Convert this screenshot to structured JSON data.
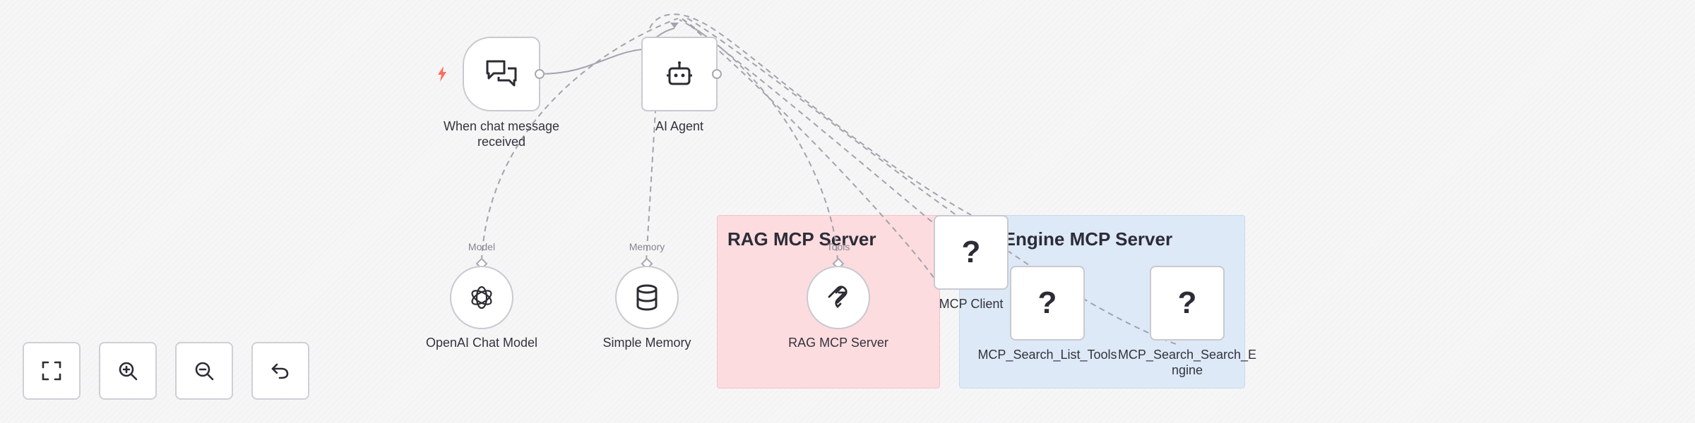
{
  "stickies": {
    "rag": {
      "title": "RAG MCP Server"
    },
    "search": {
      "title": "rch Engine MCP Server"
    }
  },
  "nodes": {
    "chat_trigger": {
      "label": "When chat message received",
      "icon": "chat-bubbles-icon"
    },
    "ai_agent": {
      "label": "AI Agent",
      "icon": "robot-icon"
    },
    "openai_model": {
      "label": "OpenAI Chat Model",
      "icon": "openai-icon",
      "port": "Model"
    },
    "simple_memory": {
      "label": "Simple Memory",
      "icon": "database-icon",
      "port": "Memory"
    },
    "rag_mcp_server": {
      "label": "RAG MCP Server",
      "icon": "mcp-icon",
      "port": "Tools"
    },
    "mcp_client": {
      "label": "MCP Client",
      "icon": "question-mark-icon",
      "glyph": "?"
    },
    "mcp_list_tools": {
      "label": "MCP_Search_List_Tools",
      "icon": "question-mark-icon",
      "glyph": "?"
    },
    "mcp_search_engine": {
      "label": "MCP_Search_Search_Engine",
      "icon": "question-mark-icon",
      "glyph": "?"
    }
  },
  "controls": {
    "fit_view": {
      "icon": "fit-view-icon"
    },
    "zoom_in": {
      "icon": "zoom-in-icon"
    },
    "zoom_out": {
      "icon": "zoom-out-icon"
    },
    "undo": {
      "icon": "undo-icon"
    }
  },
  "colors": {
    "trigger_bolt": "#ff6d5a",
    "sticky_rag": "#fcdcdf",
    "sticky_search": "#dde9f6",
    "wire": "#9a9aa4"
  }
}
